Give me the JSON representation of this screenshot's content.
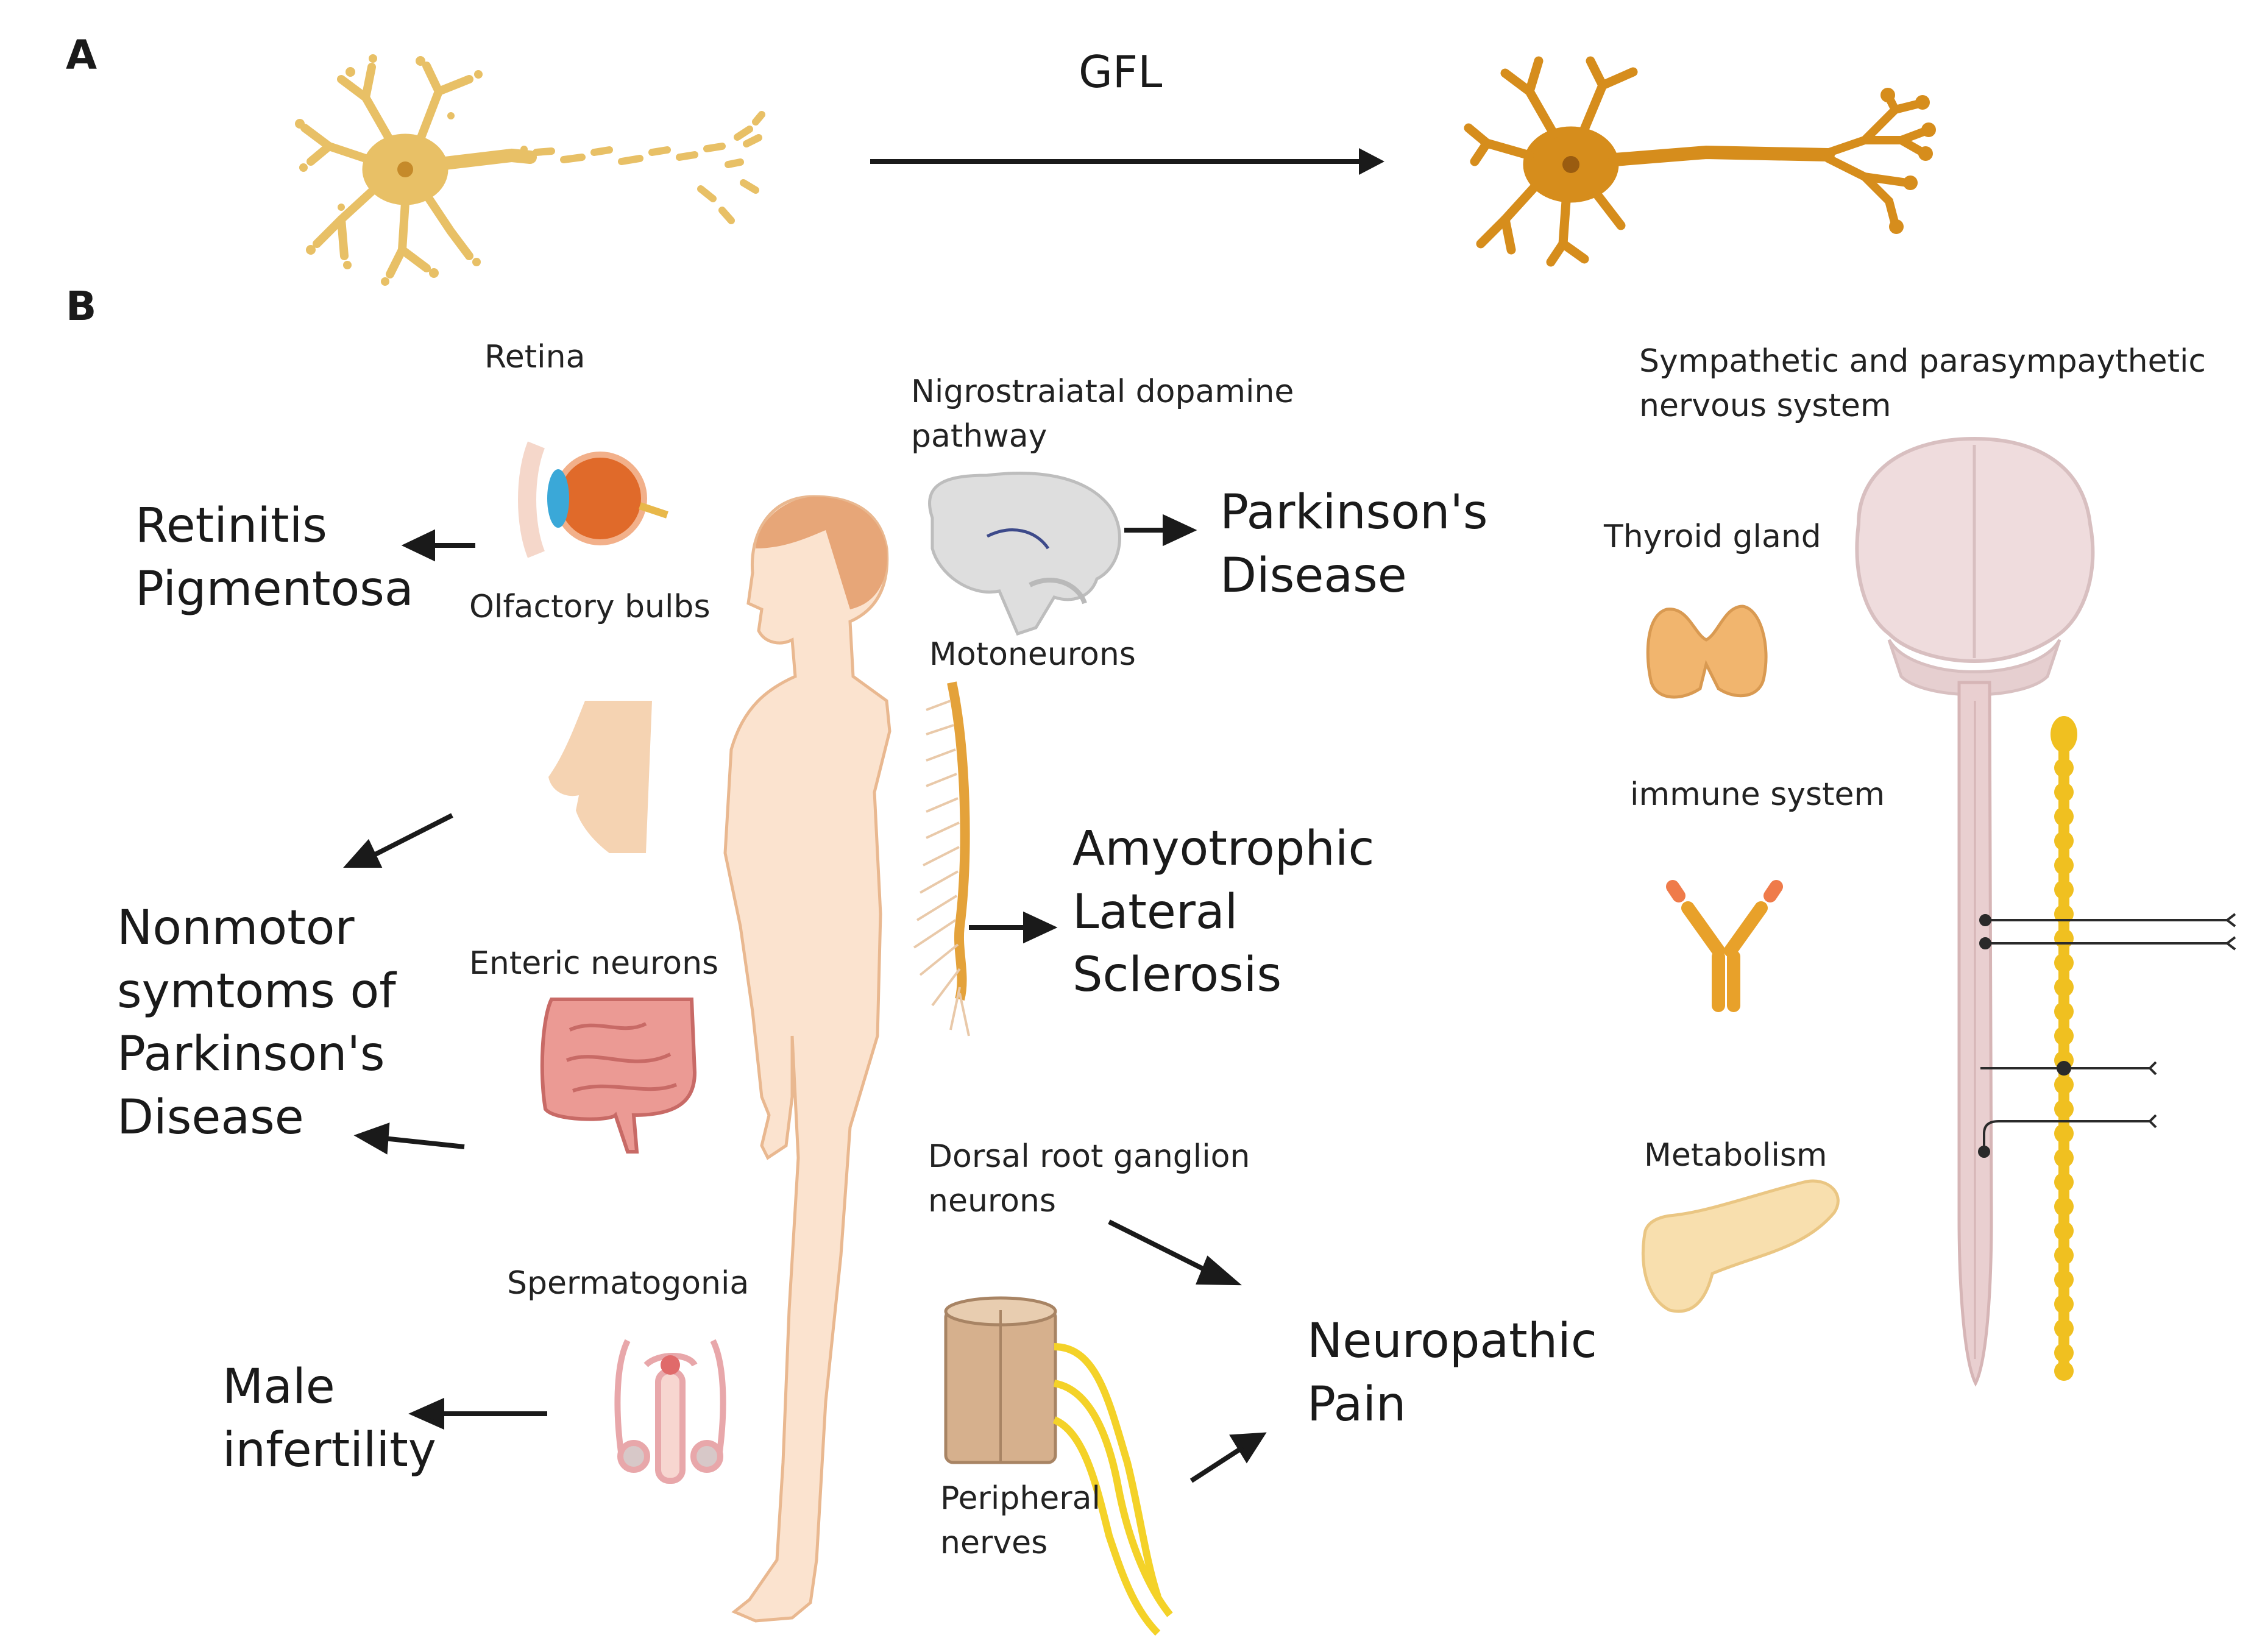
{
  "panels": {
    "a": "A",
    "b": "B"
  },
  "panel_a": {
    "arrow_label": "GFL"
  },
  "labels": {
    "retina": "Retina",
    "olfactory_bulbs": "Olfactory bulbs",
    "enteric_neurons": "Enteric neurons",
    "spermatogonia": "Spermatogonia",
    "nigrostriatal": [
      "Nigrostraiatal dopamine",
      "pathway"
    ],
    "motoneurons": "Motoneurons",
    "drg": [
      "Dorsal root ganglion",
      "neurons"
    ],
    "peripheral_nerves": [
      "Peripheral",
      "nerves"
    ],
    "sympathetic": [
      "Sympathetic and parasympaythetic",
      "nervous system"
    ],
    "thyroid": "Thyroid gland",
    "immune": "immune system",
    "metabolism": "Metabolism"
  },
  "diseases": {
    "retinitis": [
      "Retinitis",
      "Pigmentosa"
    ],
    "nonmotor": [
      "Nonmotor",
      "symtoms of",
      "Parkinson's",
      "Disease"
    ],
    "male_infertility": [
      "Male",
      "infertility"
    ],
    "parkinsons": [
      "Parkinson's",
      "Disease"
    ],
    "als": [
      "Amyotrophic",
      "Lateral",
      "Sclerosis"
    ],
    "neuropathic": [
      "Neuropathic",
      "Pain"
    ]
  },
  "colors": {
    "degenerating_neuron": "#e8c066",
    "healthy_neuron": "#d68d1c",
    "skin": "#fbe3cf",
    "skin_outline": "#e9b890",
    "brain": "#efdcdd",
    "ganglion_chain": "#f0c020",
    "arrow": "#1a1a1a"
  },
  "icons": [
    "degenerating-neuron-icon",
    "healthy-neuron-icon",
    "eye-icon",
    "nose-icon",
    "intestine-icon",
    "reproductive-organ-icon",
    "human-body-icon",
    "brain-section-icon",
    "spinal-cord-icon",
    "spinal-segment-icon",
    "thyroid-icon",
    "antibody-icon",
    "pancreas-icon",
    "brain-spinal-cord-icon",
    "sympathetic-chain-icon"
  ]
}
